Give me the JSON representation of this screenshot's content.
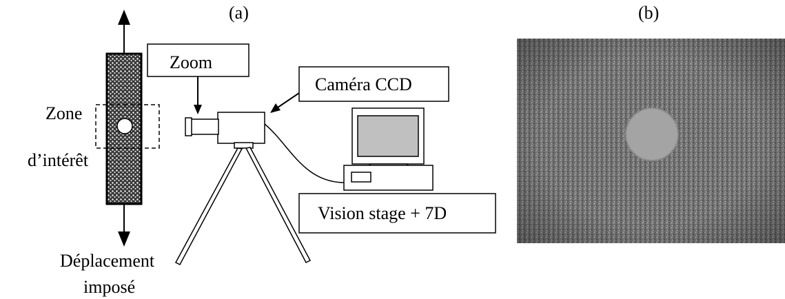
{
  "panel_a": {
    "label": "(a)",
    "zone_line1": "Zone",
    "zone_line2": "d’intérêt",
    "zoom": "Zoom",
    "camera": "Caméra CCD",
    "software": "Vision stage + 7D",
    "displacement_line1": "Déplacement",
    "displacement_line2": "imposé"
  },
  "panel_b": {
    "label": "(b)"
  },
  "colors": {
    "stroke": "#000000",
    "monitor_screen": "#c0c0c0",
    "speckle_bg": "#6e6e6e",
    "disk": "#a4a4a4"
  }
}
